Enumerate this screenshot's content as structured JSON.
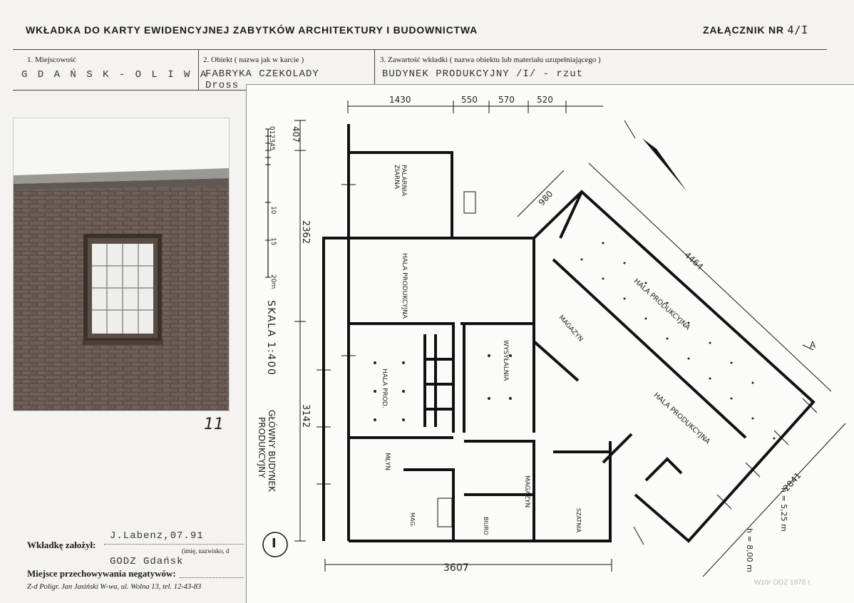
{
  "header": {
    "title": "WKŁADKA DO KARTY EWIDENCYJNEJ ZABYTKÓW ARCHITEKTURY I BUDOWNICTWA",
    "annex_label": "ZAŁĄCZNIK NR",
    "annex_number": "4/I"
  },
  "fields": {
    "locality_label": "1. Miejscowość",
    "locality_value": "G D A Ń S K - O L I W A",
    "object_label": "2. Obiekt ( nazwa jak w karcie )",
    "object_value_line1": "FABRYKA CZEKOLADY",
    "object_value_line2": "Dross",
    "content_label": "3. Zawartość wkładki ( nazwa obiektu lub materiału uzupełniającego )",
    "content_value": "BUDYNEK PRODUKCYJNY /I/ - rzut"
  },
  "photo": {
    "number": "11"
  },
  "plan": {
    "dims_top": [
      "1430",
      "550",
      "570",
      "520"
    ],
    "dim_bottom": "3607",
    "dim_left_top": "407",
    "dim_left_mid": "2362",
    "dim_left_bottom": "3142",
    "dim_diag_short": "980",
    "dim_diag_long": "4464",
    "dim_right": "2841",
    "height_1": "h = 5,25 m",
    "height_2": "h = 8,00 m",
    "scale_ticks": [
      "0",
      "1",
      "2",
      "3",
      "4",
      "5",
      "10",
      "15",
      "20m"
    ],
    "scale_text": "SKALA 1:400",
    "caption_line1": "GŁÓWNY BUDYNEK",
    "caption_line2": "PRODUKCYJNY",
    "roman_label": "I",
    "section_mark": "A",
    "rooms": {
      "palarnia": "PALARNIA ZIARNA",
      "hala1": "HALA PRODUKCYJNA",
      "hala_prod": "HALA PROD.",
      "wysylalnia": "WYSYŁALNIA",
      "mlyn": "MŁYN",
      "mag": "MAG.",
      "biuro": "BIURO",
      "magazyn1": "MAGAZYN",
      "szatnia": "SZATNIA",
      "magazyn2": "MAGAZYN",
      "hala2": "HALA PRODUKCYJNA",
      "hala3": "HALA PRODUKCYJNA"
    }
  },
  "footer": {
    "established_label": "Wkładkę założył:",
    "established_value": "J.Labenz,07.91",
    "established_hint": "(imię, nazwisko, d",
    "storage_label": "Miejsce przechowywania negatywów:",
    "storage_value": "GODZ Gdańsk",
    "printer": "Z-d Poligr. Jan Jasiński W-wa, ul. Wolna 13, tel. 12-43-83",
    "stamp": "Wzór ODZ 1978 r."
  }
}
